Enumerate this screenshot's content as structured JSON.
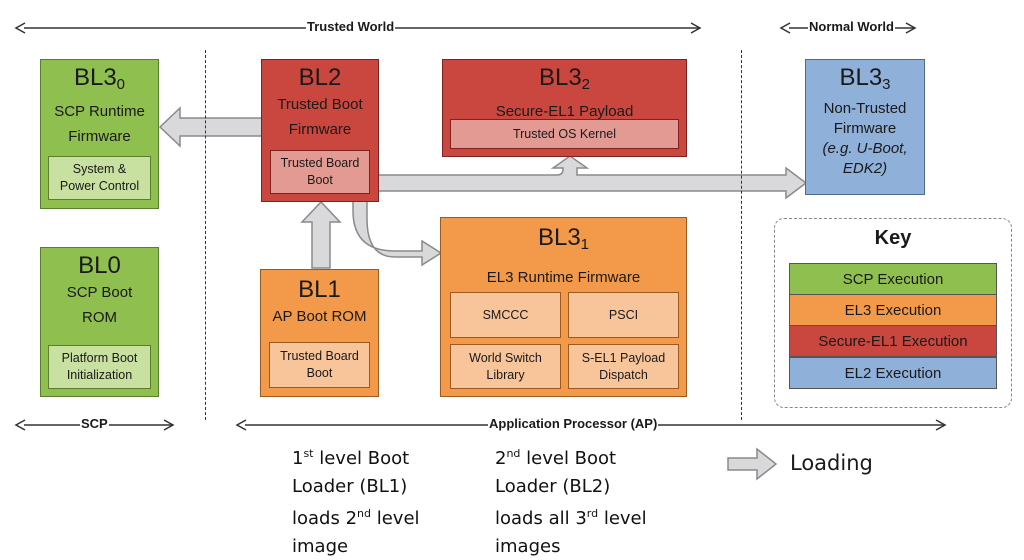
{
  "regions": {
    "trusted_world": "Trusted World",
    "normal_world": "Normal World",
    "scp": "SCP",
    "ap": "Application Processor (AP)"
  },
  "blocks": {
    "bl30": {
      "name": "BL3",
      "subscript": "0",
      "lines": [
        "SCP Runtime",
        "Firmware"
      ],
      "sub_box": [
        "System &",
        "Power Control"
      ],
      "color": "#8fbf4f"
    },
    "bl0": {
      "name": "BL0",
      "lines": [
        "SCP Boot",
        "ROM"
      ],
      "sub_box": [
        "Platform Boot",
        "Initialization"
      ],
      "color": "#8fbf4f"
    },
    "bl2": {
      "name": "BL2",
      "lines": [
        "Trusted Boot",
        "Firmware"
      ],
      "sub_box": [
        "Trusted Board",
        "Boot"
      ],
      "color": "#c9473f"
    },
    "bl32": {
      "name": "BL3",
      "subscript": "2",
      "lines": [
        "Secure-EL1 Payload"
      ],
      "sub_box": [
        "Trusted OS Kernel"
      ],
      "color": "#c9473f"
    },
    "bl1": {
      "name": "BL1",
      "lines": [
        "AP Boot ROM"
      ],
      "sub_box": [
        "Trusted Board",
        "Boot"
      ],
      "color": "#f39a4a"
    },
    "bl31": {
      "name": "BL3",
      "subscript": "1",
      "lines": [
        "EL3 Runtime Firmware"
      ],
      "sub_boxes": [
        [
          "SMCCC"
        ],
        [
          "PSCI"
        ],
        [
          "World Switch",
          "Library"
        ],
        [
          "S-EL1 Payload",
          "Dispatch"
        ]
      ],
      "color": "#f39a4a"
    },
    "bl33": {
      "name": "BL3",
      "subscript": "3",
      "lines": [
        "Non-Trusted",
        "Firmware"
      ],
      "italic_lines": [
        "(e.g. U-Boot,",
        "EDK2)"
      ],
      "color": "#8fb0d9"
    }
  },
  "key": {
    "title": "Key",
    "items": [
      {
        "label": "SCP Execution",
        "color": "#8fbf4f"
      },
      {
        "label": "EL3 Execution",
        "color": "#f39a4a"
      },
      {
        "label": "Secure-EL1 Execution",
        "color": "#c9473f"
      },
      {
        "label": "EL2 Execution",
        "color": "#8fb0d9"
      }
    ]
  },
  "notes": {
    "bl1": {
      "l1_pre": "1",
      "l1_sup": "st",
      "l1_post": " level Boot",
      "l2": "Loader (BL1)",
      "l3_pre": "loads 2",
      "l3_sup": "nd",
      "l3_post": " level",
      "l4": "image"
    },
    "bl2": {
      "l1_pre": "2",
      "l1_sup": "nd",
      "l1_post": " level Boot",
      "l2": "Loader (BL2)",
      "l3_pre": "loads all 3",
      "l3_sup": "rd",
      "l3_post": " level",
      "l4": "images"
    }
  },
  "legend": {
    "loading_label": "Loading"
  }
}
